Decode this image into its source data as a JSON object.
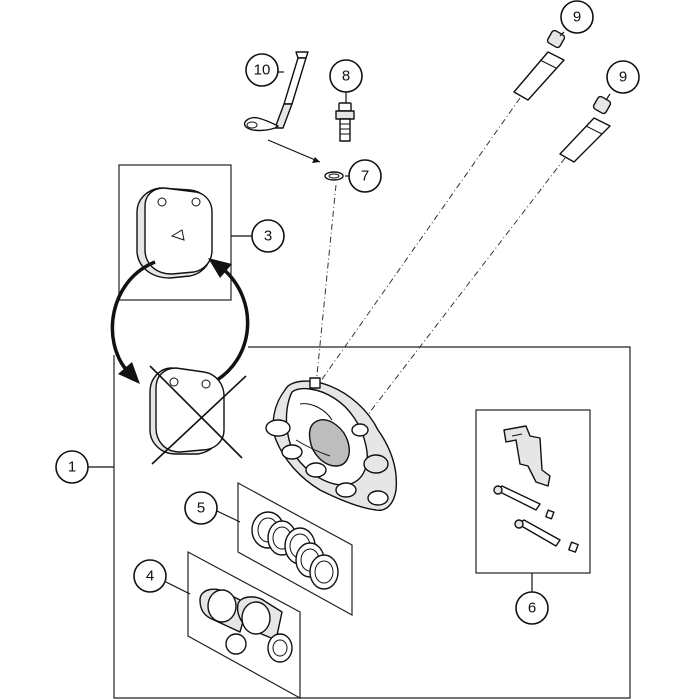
{
  "callouts": {
    "c1": "1",
    "c3": "3",
    "c4": "4",
    "c5": "5",
    "c6": "6",
    "c7": "7",
    "c8": "8",
    "c9a": "9",
    "c9b": "9",
    "c10": "10"
  },
  "colors": {
    "line": "#111111",
    "part_fill": "#e6e6e6",
    "part_shade": "#bdbdbd",
    "background": "#ffffff"
  }
}
